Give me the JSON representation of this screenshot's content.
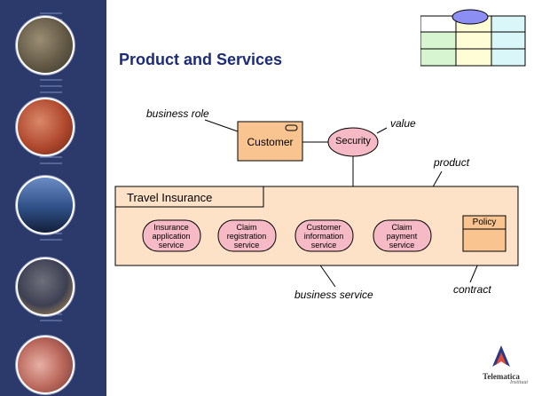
{
  "slide": {
    "title": "Product and Services",
    "colors": {
      "band": "#2b3a6b",
      "title": "#1c2b7a",
      "product_fill": "#fde2c8",
      "service_fill": "#f6b9c6",
      "role_fill": "#f9c48f"
    }
  },
  "diagram": {
    "labels": {
      "business_role": "business role",
      "value": "value",
      "product": "product",
      "business_service": "business service",
      "contract": "contract"
    },
    "customer": "Customer",
    "security": "Security",
    "product_name": "Travel Insurance",
    "policy": "Policy",
    "services": [
      {
        "line1": "Insurance",
        "line2": "application",
        "line3": "service"
      },
      {
        "line1": "Claim",
        "line2": "registration",
        "line3": "service"
      },
      {
        "line1": "Customer",
        "line2": "information",
        "line3": "service"
      },
      {
        "line1": "Claim",
        "line2": "payment",
        "line3": "service"
      }
    ]
  },
  "logo": {
    "name": "Telematica",
    "sub": "Instituut"
  }
}
